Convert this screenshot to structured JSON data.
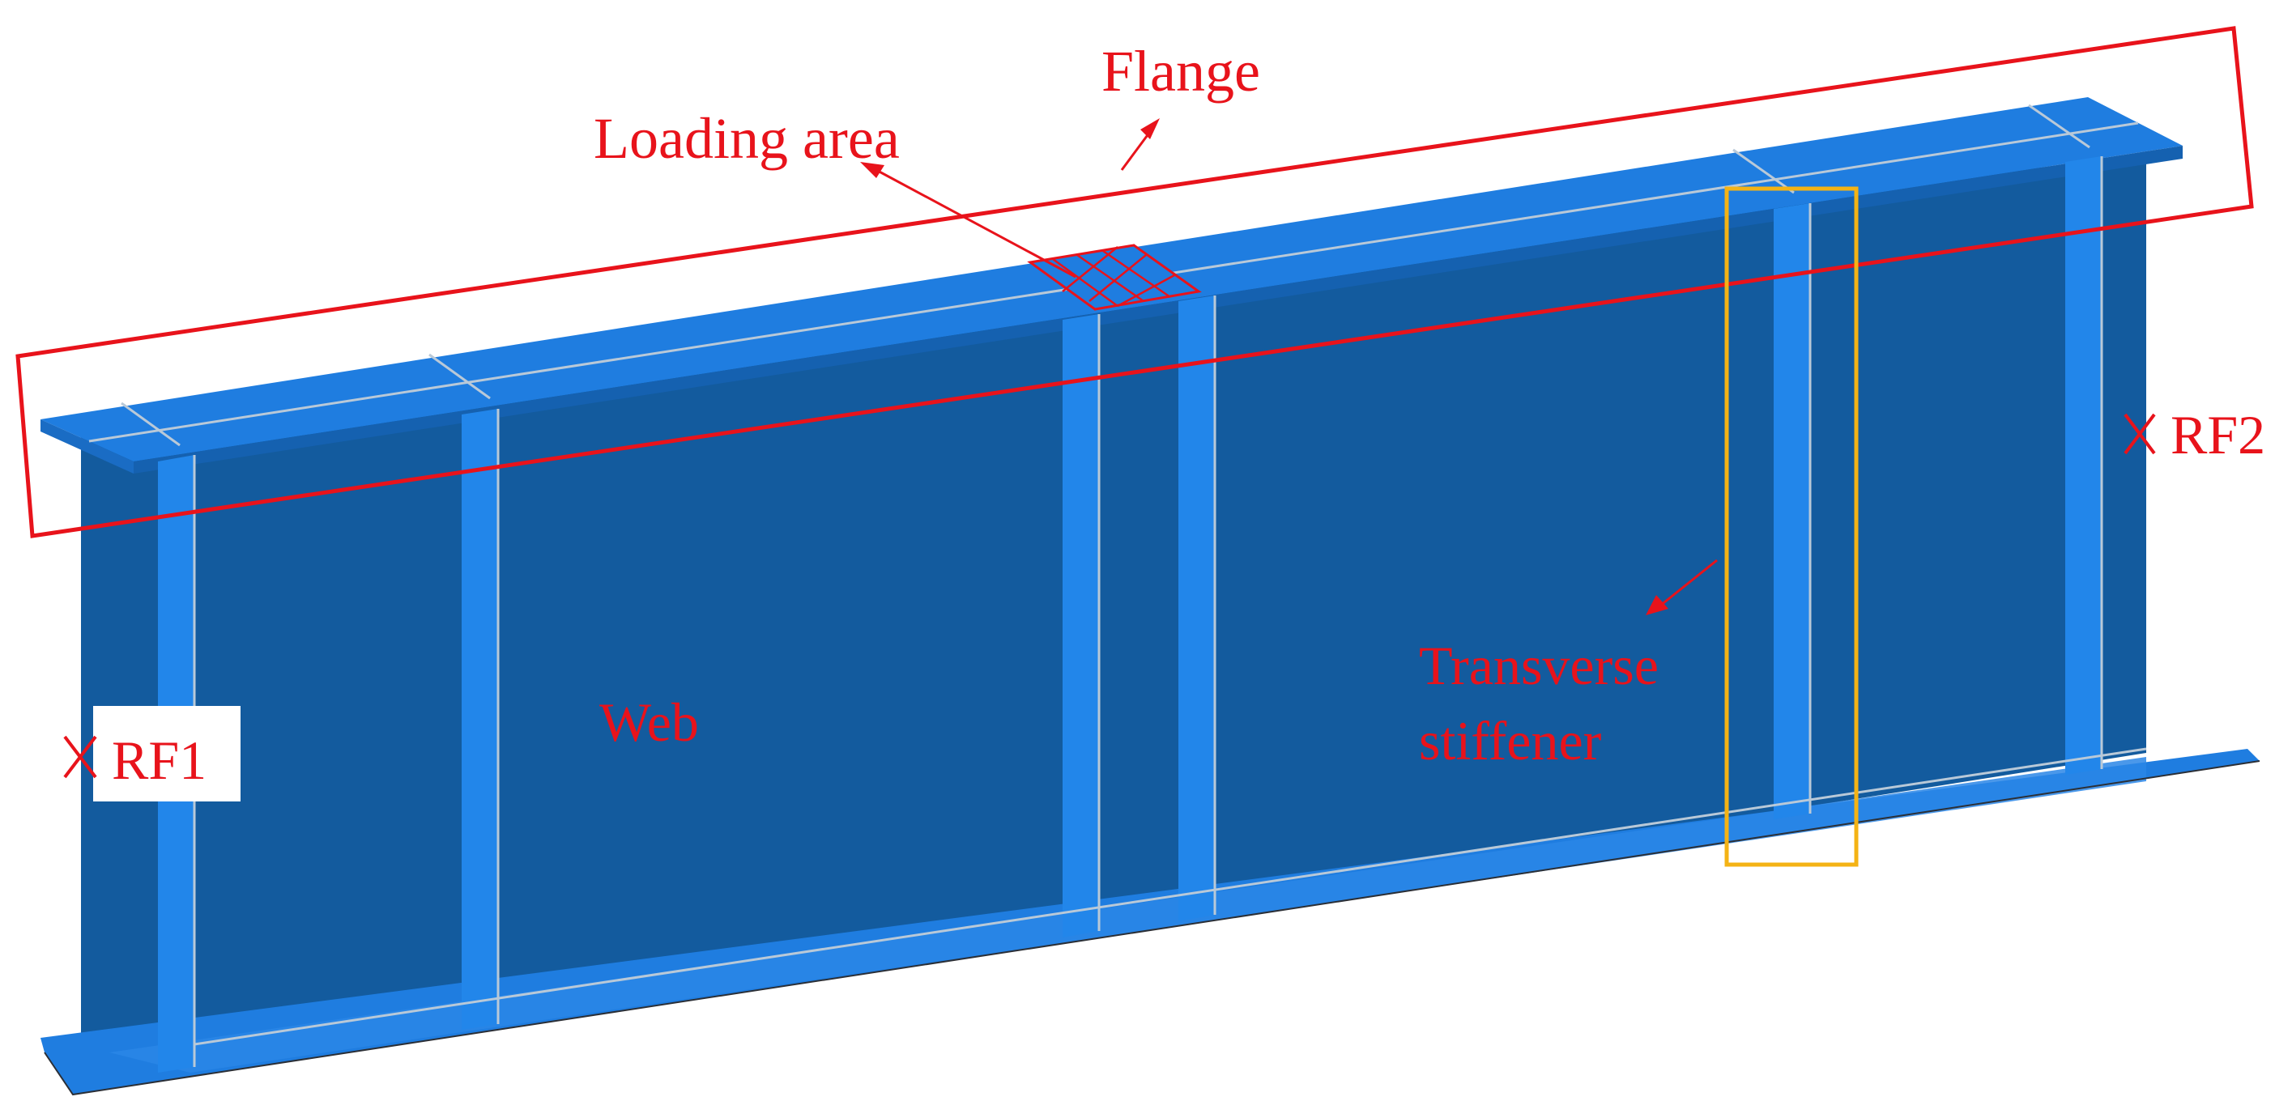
{
  "labels": {
    "flange": "Flange",
    "loading_area": "Loading area",
    "transverse_stiffener_line1": "Transverse",
    "transverse_stiffener_line2": "stiffener",
    "web": "Web",
    "rf1": "RF1",
    "rf2": "RF2"
  },
  "colors": {
    "web_face": "#135b9e",
    "flange_top": "#1f7de0",
    "flange_edge": "#1a6cc4",
    "stiffener": "#2286ea",
    "annotation": "#e8131b",
    "stiffener_highlight": "#f4b315",
    "background": "#ffffff"
  }
}
